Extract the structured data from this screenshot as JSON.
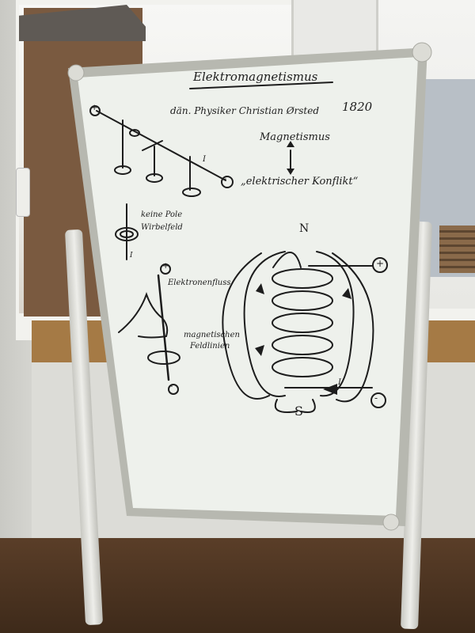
{
  "whiteboard": {
    "title": "Elektromagnetismus",
    "subtitle": "dän. Physiker Christian Ørsted",
    "year": "1820",
    "concept_top": "Magnetismus",
    "concept_bottom": "„elektrischer Konflikt“",
    "note_poles": "keine Pole",
    "note_field": "Wirbelfeld",
    "note_electron_flow": "Elektronenfluss",
    "note_field_lines_1": "magnetischen",
    "note_field_lines_2": "Feldlinien",
    "label_north": "N",
    "label_south": "S",
    "label_plus": "+",
    "label_minus": "-",
    "label_current": "I"
  },
  "colors": {
    "board_surface": "#eef1ec",
    "board_frame": "#b7b8b0",
    "marker": "#1d1d1d",
    "wood": "#a57a45"
  }
}
